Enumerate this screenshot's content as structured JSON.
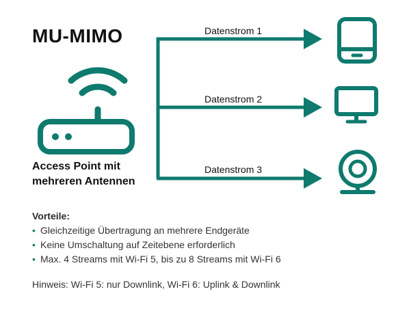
{
  "title": "MU-MIMO",
  "access_point": {
    "label_line1": "Access Point mit",
    "label_line2": "mehreren Antennen"
  },
  "streams": [
    {
      "label": "Datenstrom 1",
      "device": "tablet-icon"
    },
    {
      "label": "Datenstrom 2",
      "device": "monitor-icon"
    },
    {
      "label": "Datenstrom 3",
      "device": "webcam-icon"
    }
  ],
  "advantages": {
    "heading": "Vorteile:",
    "bullet": "•",
    "items": [
      "Gleichzeitige Übertragung an mehrere Endgeräte",
      "Keine Umschaltung auf Zeitebene erforderlich",
      "Max. 4 Streams mit Wi-Fi 5, bis zu 8 Streams mit Wi-Fi 6"
    ]
  },
  "hint": "Hinweis: Wi-Fi 5: nur Downlink, Wi-Fi 6: Uplink & Downlink",
  "colors": {
    "accent": "#0f7a6e",
    "text": "#111111"
  }
}
